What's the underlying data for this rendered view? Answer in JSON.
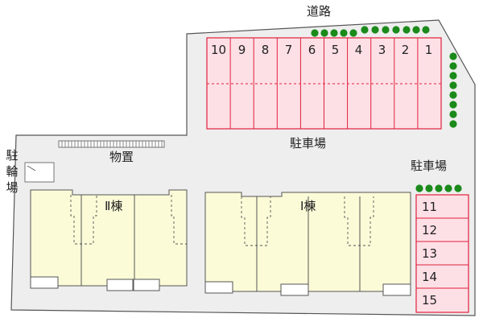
{
  "labels": {
    "road": "道路",
    "parking_main": "駐車場",
    "parking_side": "駐車場",
    "storage": "物置",
    "bike_parking": [
      "駐",
      "輪",
      "場"
    ],
    "building_2": "Ⅱ棟",
    "building_1": "Ⅰ棟"
  },
  "parking_top": [
    "10",
    "9",
    "8",
    "7",
    "6",
    "5",
    "4",
    "3",
    "2",
    "1"
  ],
  "parking_right": [
    "11",
    "12",
    "13",
    "14",
    "15"
  ],
  "colors": {
    "site": "#eeeeee",
    "parking_fill": "#fde0e6",
    "parking_stroke": "#e0203c",
    "building_fill": "#fbfbd8",
    "tree": "#1a8a1a"
  }
}
